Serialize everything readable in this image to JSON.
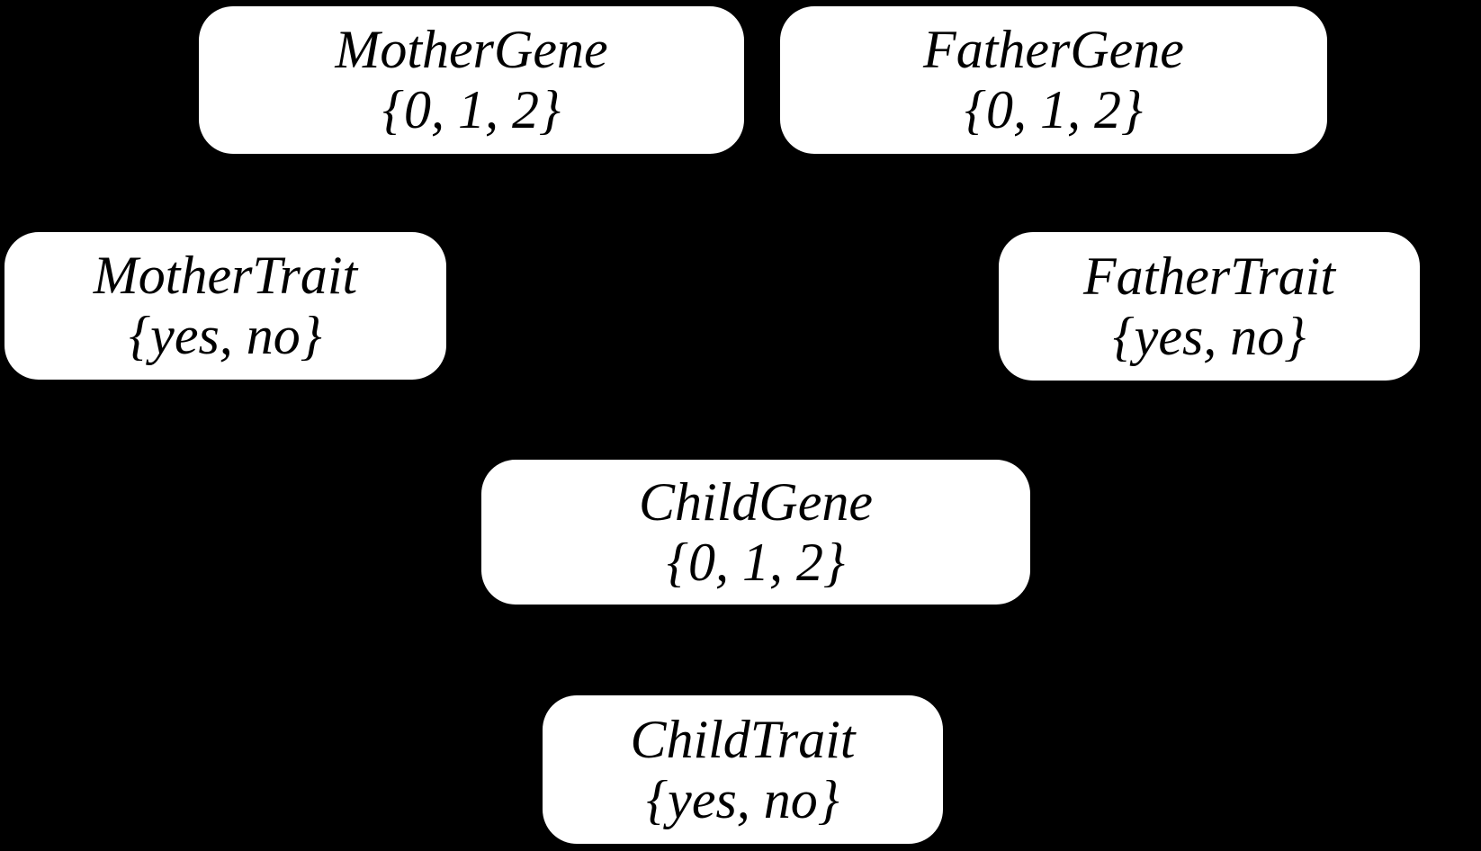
{
  "diagram": {
    "background_color": "#000000",
    "node_fill_color": "#ffffff",
    "node_text_color": "#000000",
    "nodes": [
      {
        "name": "MotherGene",
        "domain": "{0, 1, 2}"
      },
      {
        "name": "FatherGene",
        "domain": "{0, 1, 2}"
      },
      {
        "name": "MotherTrait",
        "domain": "{yes, no}"
      },
      {
        "name": "FatherTrait",
        "domain": "{yes, no}"
      },
      {
        "name": "ChildGene",
        "domain": "{0, 1, 2}"
      },
      {
        "name": "ChildTrait",
        "domain": "{yes, no}"
      }
    ]
  }
}
